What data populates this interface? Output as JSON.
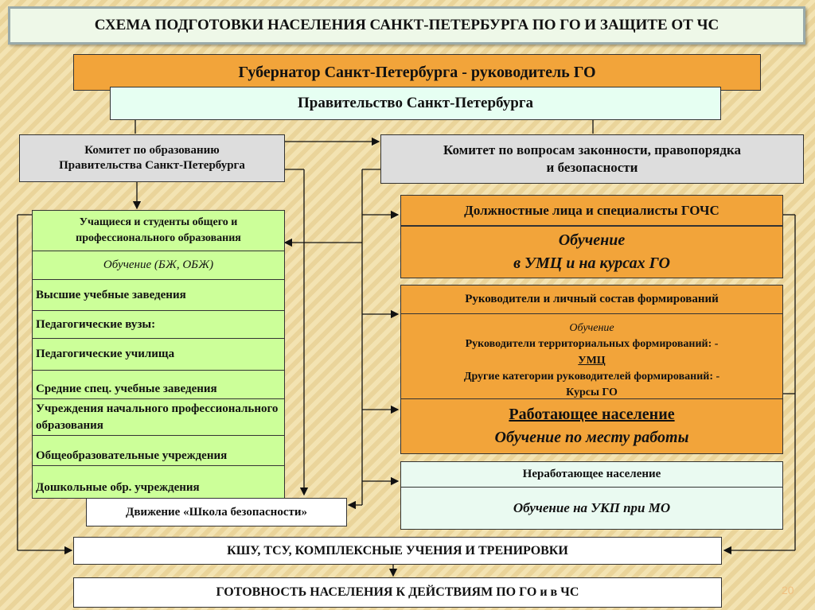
{
  "title": "СХЕМА ПОДГОТОВКИ НАСЕЛЕНИЯ САНКТ-ПЕТЕРБУРГА ПО ГО И ЗАЩИТЕ ОТ ЧС",
  "governor": "Губернатор Санкт-Петербурга - руководитель ГО",
  "government": "Правительство Санкт-Петербурга",
  "committee_education": {
    "line1": "Комитет по образованию",
    "line2": "Правительства Санкт-Петербурга"
  },
  "committee_law": {
    "line1": "Комитет по вопросам законности, правопорядка",
    "line2": "и безопасности"
  },
  "left_column": {
    "students": {
      "line1": "Учащиеся и студенты общего и",
      "line2": "профессионального образования"
    },
    "training": "Обучение (БЖ, ОБЖ)",
    "items": [
      "Высшие учебные заведения",
      "Педагогические вузы:",
      "Педагогические училища",
      "Средние спец. учебные заведения",
      "Учреждения начального профессионального образования",
      "Общеобразовательные учреждения",
      "Дошкольные обр. учреждения"
    ]
  },
  "safety_school": "Движение «Школа безопасности»",
  "right_column": {
    "officials": "Должностные лица и специалисты ГОЧС",
    "officials_training": {
      "line1": "Обучение",
      "line2": "в УМЦ и на курсах ГО"
    },
    "formations": "Руководители и личный состав формирований",
    "formations_training": {
      "line1": "Обучение",
      "line2": "Руководители территориальных формирований: -",
      "line3": "УМЦ",
      "line4": "Другие категории руководителей формирований: -",
      "line5": "Курсы ГО"
    },
    "working": {
      "line1": "Работающее население",
      "line2": "Обучение по месту работы"
    },
    "nonworking": "Неработающее население",
    "nonworking_training": "Обучение на УКП при МО"
  },
  "exercises": "КШУ, ТСУ, КОМПЛЕКСНЫЕ УЧЕНИЯ И ТРЕНИРОВКИ",
  "readiness": "ГОТОВНОСТЬ НАСЕЛЕНИЯ К ДЕЙСТВИЯМ ПО ГО и в ЧС",
  "page_number": "20",
  "colors": {
    "orange": "#f2a43a",
    "green": "#ccff99",
    "mint": "#e6fff2",
    "grey": "#dddddd"
  }
}
